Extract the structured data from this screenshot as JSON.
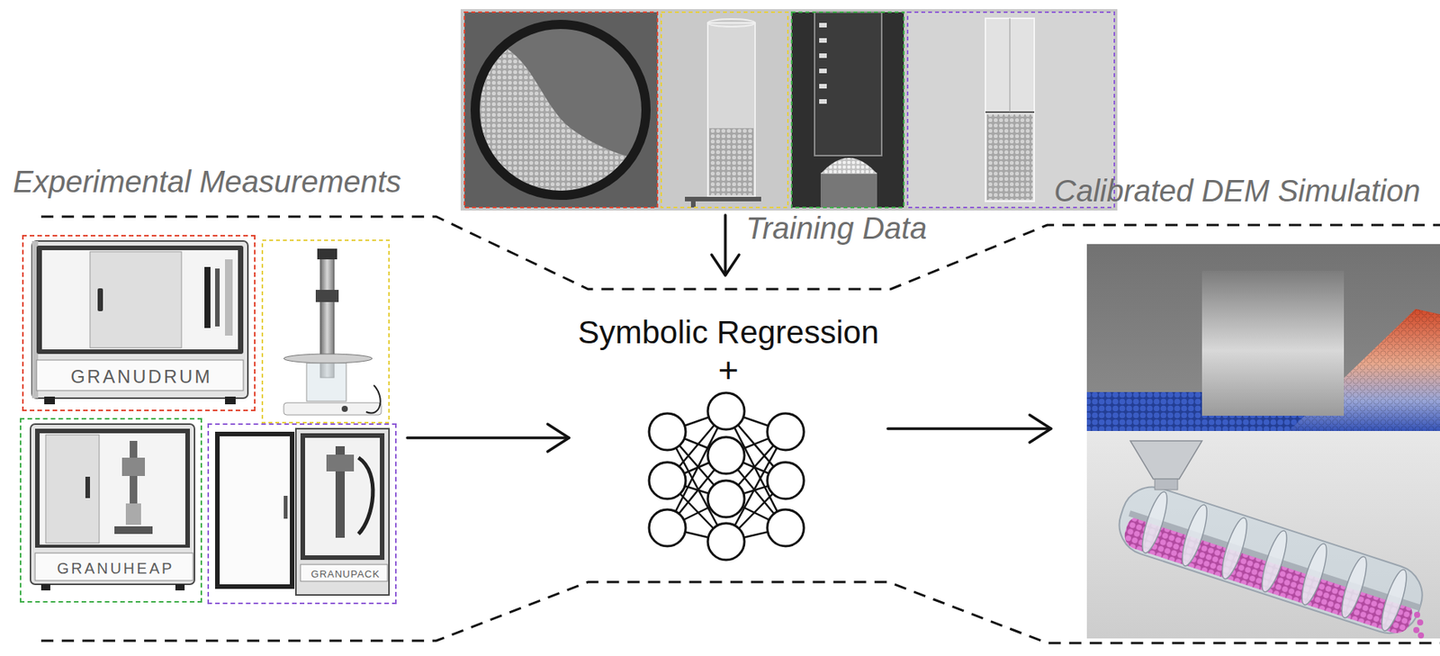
{
  "diagram": {
    "nodes": [
      {
        "text": [
          "Experimental Measurements"
        ]
      },
      {
        "text": [
          "GRANUDRUM"
        ],
        "in": 0
      },
      {
        "text": [
          "GRANUHEAP"
        ],
        "in": 0
      },
      {
        "text": [
          "GRANUPACK"
        ],
        "in": 0
      },
      {
        "text": [
          "Symbolic Regression",
          "+"
        ]
      },
      {
        "text": [
          "Calibrated DEM Simulation"
        ]
      }
    ],
    "edges": [
      {
        "from": 0,
        "to": 4,
        "arrow": "to"
      },
      {
        "from": 4,
        "to": 5,
        "arrow": "to"
      }
    ],
    "labels": [
      "Training Data"
    ]
  }
}
